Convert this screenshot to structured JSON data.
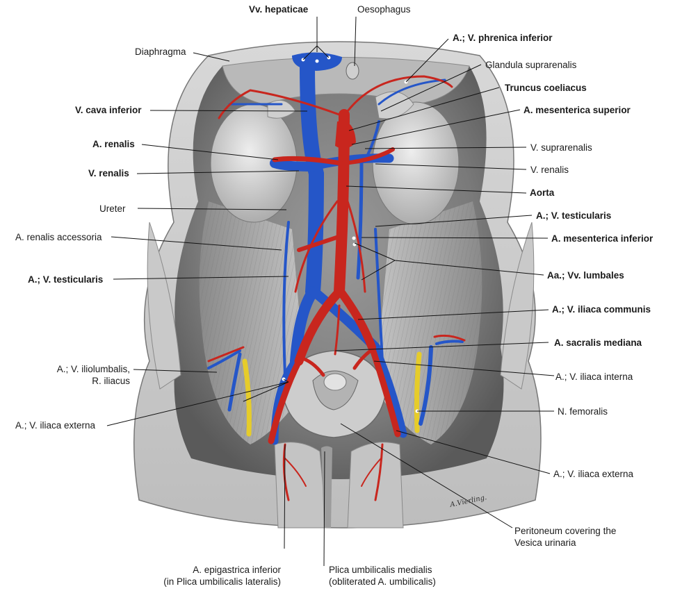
{
  "labels": {
    "vv_hepaticae": "Vv. hepaticae",
    "oesophagus": "Oesophagus",
    "phrenica_inferior": "A.; V. phrenica inferior",
    "diaphragma": "Diaphragma",
    "glandula_suprarenalis": "Glandula suprarenalis",
    "truncus_coeliacus": "Truncus coeliacus",
    "v_cava_inferior": "V. cava inferior",
    "mesenterica_superior": "A. mesenterica superior",
    "a_renalis": "A. renalis",
    "v_suprarenalis": "V. suprarenalis",
    "v_renalis_left": "V. renalis",
    "v_renalis_right": "V. renalis",
    "aorta": "Aorta",
    "ureter": "Ureter",
    "testicularis_right": "A.; V. testicularis",
    "renalis_accessoria": "A. renalis accessoria",
    "mesenterica_inferior": "A. mesenterica inferior",
    "testicularis_left": "A.; V. testicularis",
    "lumbales": "Aa.; Vv. lumbales",
    "iliaca_communis": "A.; V. iliaca communis",
    "sacralis_mediana": "A. sacralis mediana",
    "iliolumbalis_1": "A.; V. iliolumbalis,",
    "iliolumbalis_2": "R. iliacus",
    "iliaca_interna": "A.; V. iliaca interna",
    "iliaca_externa_left": "A.; V. iliaca externa",
    "n_femoralis": "N. femoralis",
    "iliaca_externa_right": "A.; V. iliaca externa",
    "peritoneum_1": "Peritoneum covering the",
    "peritoneum_2": "Vesica urinaria",
    "epigastrica_1": "A. epigastrica inferior",
    "epigastrica_2": "(in Plica umbilicalis lateralis)",
    "plica_1": "Plica umbilicalis medialis",
    "plica_2": "(obliterated A. umbilicalis)",
    "signature": "A.Vierling."
  },
  "colors": {
    "artery": "#c8261e",
    "vein": "#2556c8",
    "nerve": "#e6cc2a",
    "muscle": "#a9a9a9",
    "kidney": "#d2d2d2",
    "leader": "#111111"
  }
}
